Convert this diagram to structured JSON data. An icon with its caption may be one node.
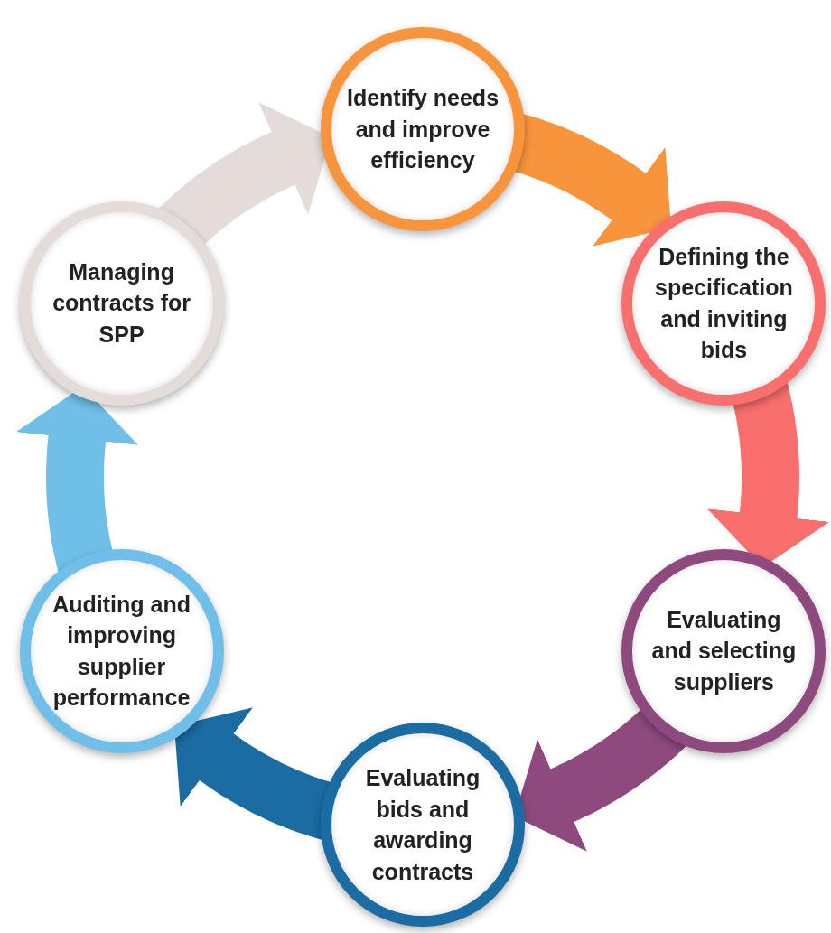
{
  "diagram": {
    "nodes": [
      {
        "text": [
          "Identify needs and improve efficiency"
        ]
      },
      {
        "text": [
          "Defining the specification and inviting bids"
        ]
      },
      {
        "text": [
          "Evaluating and selecting suppliers"
        ]
      },
      {
        "text": [
          "Evaluating bids and awarding contracts"
        ]
      },
      {
        "text": [
          "Auditing and improving supplier performance"
        ]
      },
      {
        "text": [
          "Managing contracts for SPP"
        ]
      }
    ],
    "edges": [
      {
        "from": 0,
        "to": 1,
        "arrow": "to",
        "color": "#f7943c"
      },
      {
        "from": 1,
        "to": 2,
        "arrow": "to",
        "color": "#f86f6e"
      },
      {
        "from": 2,
        "to": 3,
        "arrow": "to",
        "color": "#8e4a7e"
      },
      {
        "from": 3,
        "to": 4,
        "arrow": "to",
        "color": "#1a6ca3"
      },
      {
        "from": 4,
        "to": 5,
        "arrow": "to",
        "color": "#6fbfe9"
      },
      {
        "from": 5,
        "to": 0,
        "arrow": "to",
        "color": "#e3dcd8"
      }
    ]
  }
}
